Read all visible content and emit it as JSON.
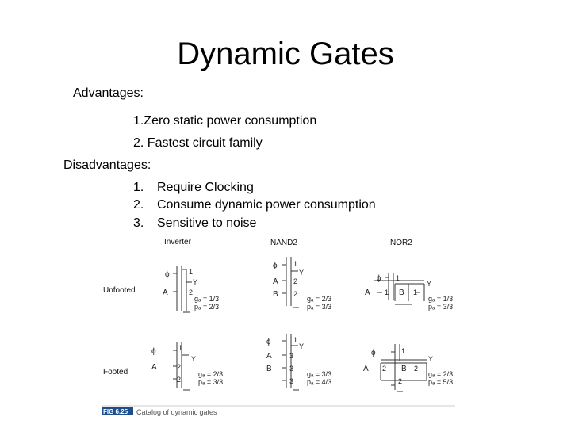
{
  "slide": {
    "title": "Dynamic Gates",
    "advantages": {
      "heading": "Advantages:",
      "items": [
        "1.Zero static power consumption",
        "2. Fastest circuit family"
      ]
    },
    "disadvantages": {
      "heading": "Disadvantages:",
      "items": [
        {
          "num": "1.",
          "text": "Require Clocking"
        },
        {
          "num": "2.",
          "text": "Consume dynamic power consumption"
        },
        {
          "num": "3.",
          "text": "Sensitive to noise"
        }
      ]
    }
  },
  "figure": {
    "columns": [
      "Inverter",
      "NAND2",
      "NOR2"
    ],
    "rows": [
      "Unfooted",
      "Footed"
    ],
    "clock_symbol": "ϕ",
    "output_label": "Y",
    "input_a": "A",
    "input_b": "B",
    "unfooted": {
      "inverter": {
        "sizes": [
          "1",
          "2"
        ],
        "g": "gₐ = 1/3",
        "p": "pₐ = 2/3"
      },
      "nand2": {
        "sizes": [
          "1",
          "2",
          "2"
        ],
        "g": "gₐ = 2/3",
        "p": "pₐ = 3/3"
      },
      "nor2": {
        "sizes": [
          "1",
          "1",
          "1"
        ],
        "g": "gₐ = 1/3",
        "p": "pₐ = 3/3"
      }
    },
    "footed": {
      "inverter": {
        "sizes": [
          "1",
          "2",
          "2"
        ],
        "g": "gₐ = 2/3",
        "p": "pₐ = 3/3"
      },
      "nand2": {
        "sizes": [
          "1",
          "3",
          "3",
          "3"
        ],
        "g": "gₐ = 3/3",
        "p": "pₐ = 4/3"
      },
      "nor2": {
        "sizes": [
          "1",
          "2",
          "2",
          "2"
        ],
        "g": "gₐ = 2/3",
        "p": "pₐ = 5/3"
      }
    },
    "caption_tag": "FIG 6.25",
    "caption_text": "Catalog of dynamic gates"
  }
}
